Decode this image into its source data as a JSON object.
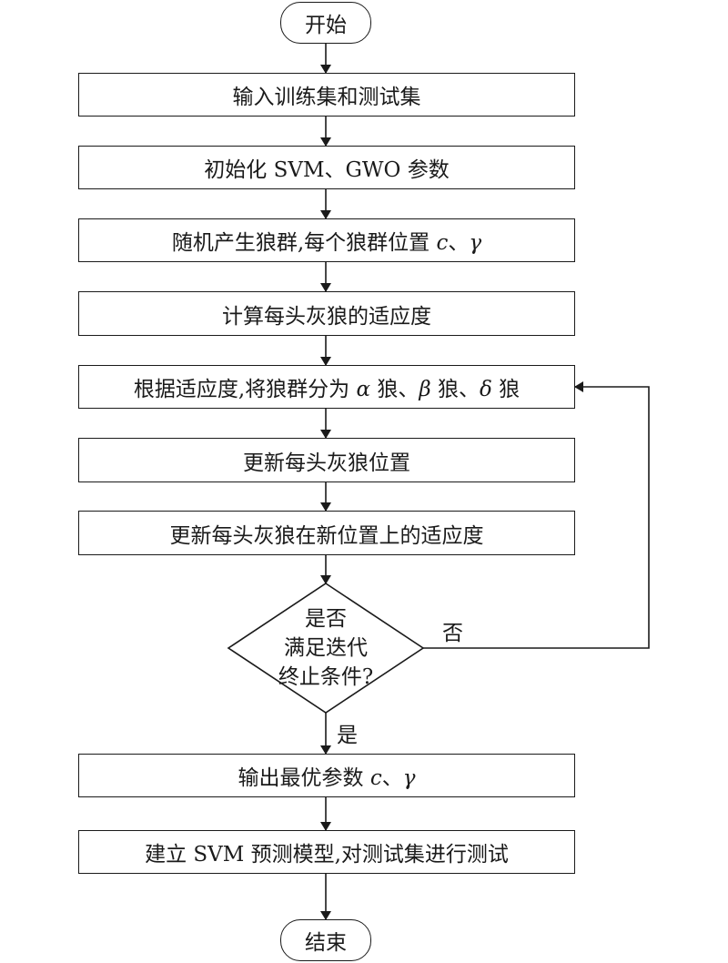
{
  "start": "开始",
  "steps": {
    "input": "输入训练集和测试集",
    "init": "初始化 SVM、GWO 参数",
    "random_pack": {
      "text": "随机产生狼群,每个狼群位置 ",
      "p1": "c",
      "sep": "、",
      "p2": "γ"
    },
    "fitness": "计算每头灰狼的适应度",
    "divide": {
      "text": "根据适应度,将狼群分为 ",
      "a": "α",
      "a_suffix": " 狼、",
      "b": "β",
      "b_suffix": " 狼、",
      "d": "δ",
      "d_suffix": " 狼"
    },
    "update_pos": "更新每头灰狼位置",
    "update_fit": "更新每头灰狼在新位置上的适应度",
    "decision": [
      "是否",
      "满足迭代",
      "终止条件?"
    ],
    "output": {
      "text": "输出最优参数 ",
      "p1": "c",
      "sep": "、",
      "p2": "γ"
    },
    "build": "建立 SVM 预测模型,对测试集进行测试"
  },
  "branches": {
    "no": "否",
    "yes": "是"
  },
  "end": "结束"
}
